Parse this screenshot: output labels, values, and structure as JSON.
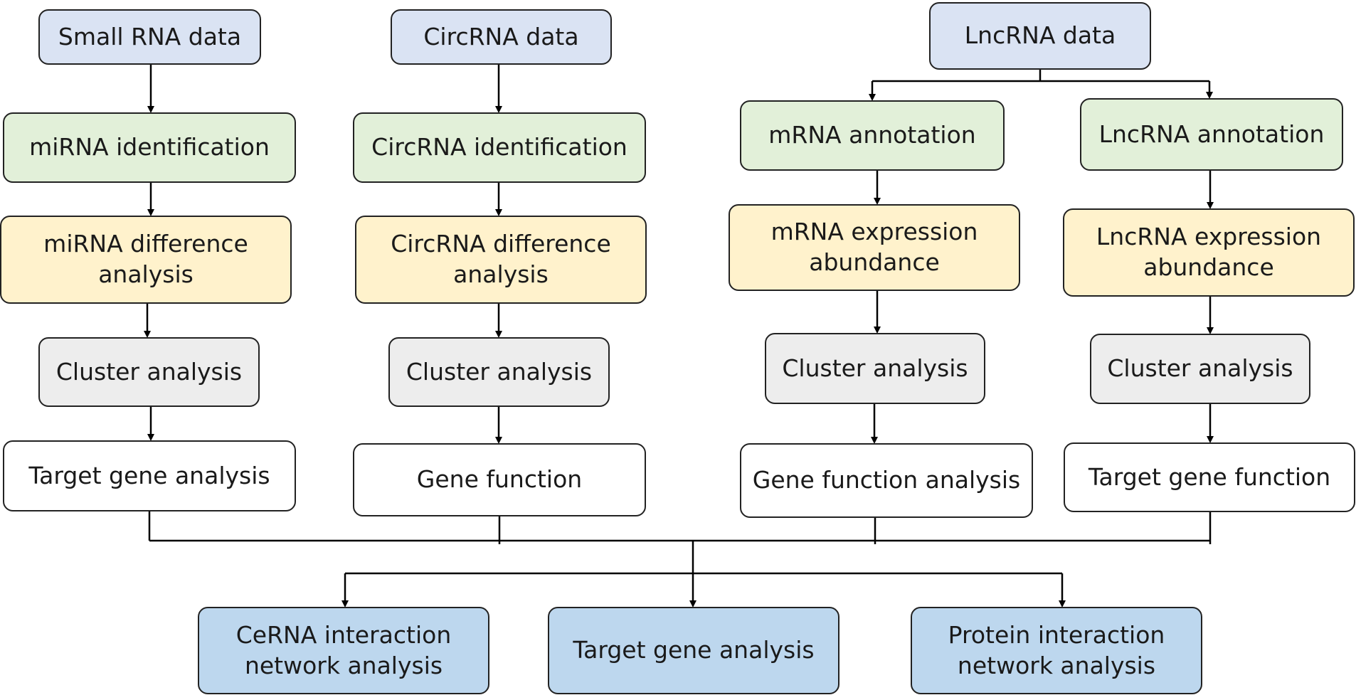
{
  "diagram": {
    "colors": {
      "data_fill": "#dae3f3",
      "identification_fill": "#e2f0d9",
      "analysis_fill": "#fff2cc",
      "cluster_fill": "#ededed",
      "function_fill": "#ffffff",
      "output_fill": "#bdd7ee",
      "line": "#000000"
    },
    "columns": {
      "small_rna": {
        "data": "Small RNA data",
        "identification": "miRNA identification",
        "difference": "miRNA difference\nanalysis",
        "cluster": "Cluster analysis",
        "function": "Target gene analysis"
      },
      "circrna": {
        "data": "CircRNA data",
        "identification": "CircRNA identification",
        "difference": "CircRNA difference\nanalysis",
        "cluster": "Cluster analysis",
        "function": "Gene function"
      },
      "lncrna": {
        "data": "LncRNA data",
        "mrna_annotation": "mRNA annotation",
        "lncrna_annotation": "LncRNA annotation",
        "mrna_expression": "mRNA expression\nabundance",
        "lncrna_expression": "LncRNA expression\nabundance",
        "mrna_cluster": "Cluster analysis",
        "lncrna_cluster": "Cluster analysis",
        "mrna_function": "Gene function analysis",
        "lncrna_function": "Target gene function"
      }
    },
    "outputs": {
      "cerna": "CeRNA interaction\nnetwork analysis",
      "target": "Target gene analysis",
      "protein": "Protein interaction\nnetwork analysis"
    }
  }
}
